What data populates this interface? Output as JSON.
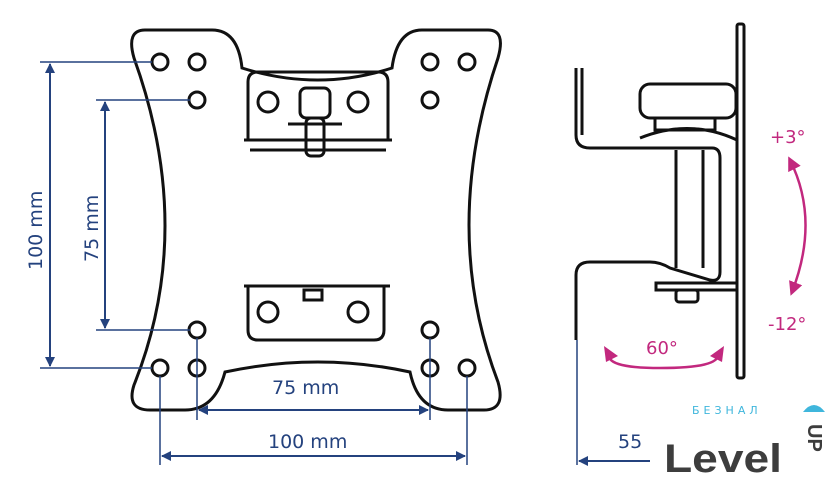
{
  "dimensions": {
    "vertical_outer": "100 mm",
    "vertical_inner": "75 mm",
    "horizontal_inner": "75 mm",
    "horizontal_outer": "100 mm",
    "wall_distance": "55"
  },
  "angles": {
    "tilt_up": "+3°",
    "tilt_down": "-12°",
    "swivel": "60°"
  },
  "logo": {
    "small_text": "БЕЗНАЛ",
    "main_text": "Level",
    "suffix_text": "UP"
  },
  "colors": {
    "dimension": "#24427e",
    "angle": "#c2287e",
    "logo_dark": "#3d3d3d",
    "logo_accent": "#3fb6dc"
  }
}
